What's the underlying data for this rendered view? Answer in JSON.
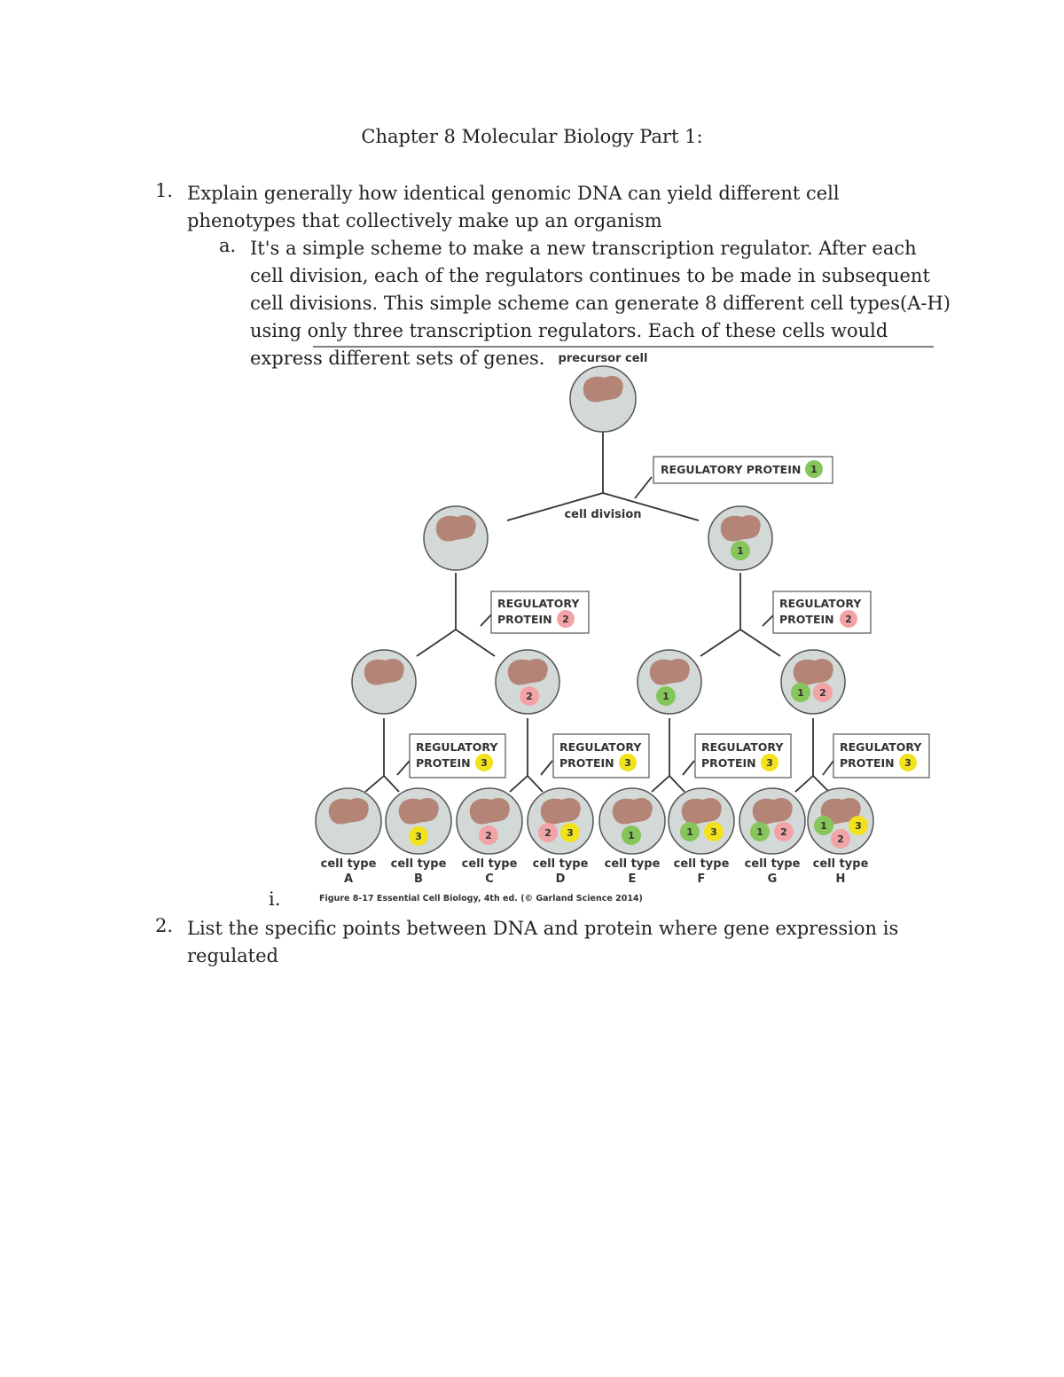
{
  "doc": {
    "title": "Chapter 8 Molecular Biology Part 1:",
    "q1_num": "1.",
    "q1_text": "Explain generally how identical genomic DNA can yield different cell phenotypes that collectively make up an organism",
    "q1a_label": "a.",
    "q1a_text": "It's a simple scheme to make a new transcription regulator. After each cell division, each of the regulators continues to be made in subsequent cell divisions. This simple scheme can generate 8 different cell types(A-H) using only three transcription regulators. Each of these cells would express different sets of genes.",
    "roman_label": "i.",
    "q2_num": "2.",
    "q2_text": "List the specific points between DNA and protein where gene expression is regulated"
  },
  "figure": {
    "precursor_label": "precursor cell",
    "cell_division_label": "cell division",
    "reg_protein_1_label": "REGULATORY PROTEIN",
    "reg_word": "REGULATORY",
    "protein_word": "PROTEIN",
    "protein_1_num": "1",
    "protein_2_num": "2",
    "protein_3_num": "3",
    "cell_type_word": "cell type",
    "cell_types": [
      "A",
      "B",
      "C",
      "D",
      "E",
      "F",
      "G",
      "H"
    ],
    "caption": "Figure 8-17 Essential Cell Biology, 4th ed. (© Garland Science 2014)",
    "colors": {
      "cell_fill": "#d2d9d6",
      "nucleus": "#b48577",
      "protein_1": "#86c55a",
      "protein_2": "#f2a3a6",
      "protein_3": "#f2e21c"
    }
  }
}
